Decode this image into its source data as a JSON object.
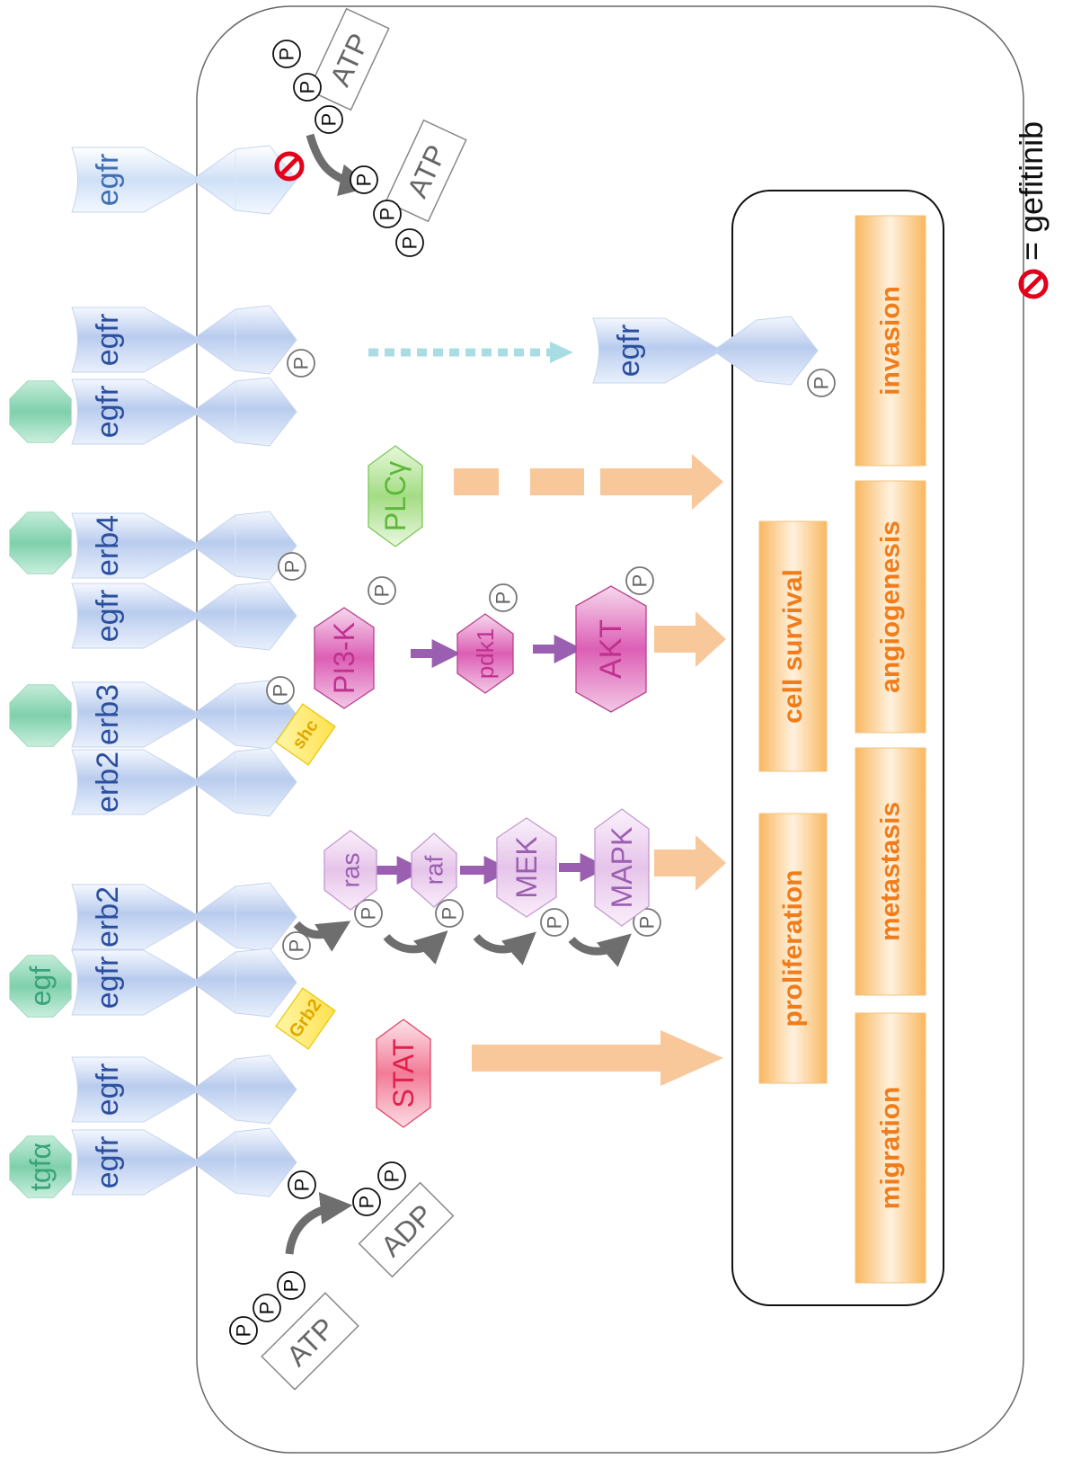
{
  "legend": {
    "label": "= gefitinib",
    "icon": "no-entry-icon"
  },
  "receptors": {
    "tgfa_pair": {
      "ligand": "tgfα",
      "left": "egfr",
      "right": "egfr"
    },
    "egf_pair": {
      "ligand": "egf",
      "left": "egfr",
      "right": "erb2",
      "adaptor": "Grb2"
    },
    "erb_pair": {
      "left": "erb2",
      "right": "erb3",
      "adaptor": "shc"
    },
    "erb4_pair": {
      "left": "egfr",
      "right": "erb4"
    },
    "egfr_pair": {
      "left": "egfr",
      "right": "egfr"
    },
    "egfr_single": "egfr",
    "egfr_internalized": "egfr"
  },
  "phosphate": "P",
  "atp_label": "ATP",
  "adp_label": "ADP",
  "pathways": {
    "mapk": [
      "ras",
      "raf",
      "MEK",
      "MAPK"
    ],
    "pi3k": [
      "PI3-K",
      "pdk1",
      "AKT"
    ],
    "plc": "PLCγ",
    "stat": "STAT"
  },
  "outcomes": {
    "proliferation": "proliferation",
    "cell_survival": "cell survival",
    "migration": "migration",
    "metastasis": "metastasis",
    "angiogenesis": "angiogenesis",
    "invasion": "invasion"
  },
  "colors": {
    "ligand_green": "#3aa37a",
    "receptor_blue": "#2b4f9e",
    "pathway_purple": "#9a5fb0",
    "pi3k_magenta": "#c0308f",
    "plc_green": "#5cb836",
    "stat_red": "#e0204a",
    "outcome_orange": "#f07d1a",
    "arrow_peach": "#f8c89a",
    "gefitinib_red": "#e2001a"
  }
}
